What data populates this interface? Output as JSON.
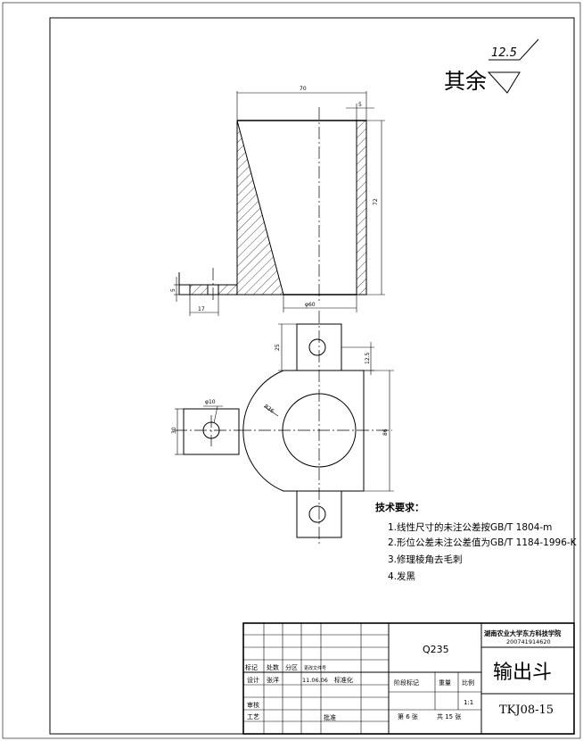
{
  "roughness": {
    "label": "其余",
    "value": "12.5"
  },
  "dimensions": {
    "top_width": "70",
    "wall": "5",
    "height": "72",
    "bottom_diameter": "φ60",
    "flange_thickness": "5",
    "flange_length": "17",
    "tab_width": "25",
    "tab_offset": "12.5",
    "small_hole": "φ10",
    "arc_radius": "R36",
    "side_width": "30",
    "body_height": "86"
  },
  "tech_requirements": {
    "title": "技术要求：",
    "items": [
      "1.线性尺寸的未注公差按GB/T 1804-m",
      "2.形位公差未注公差值为GB/T 1184-1996-K",
      "3.修理棱角去毛刺",
      "4.发黑"
    ]
  },
  "title_block": {
    "material": "Q235",
    "school": "湖南农业大学东方科技学院",
    "student_id": "200741914620",
    "part_name": "输出斗",
    "drawing_no": "TKJ08-15",
    "scale": "1:1",
    "sheet": "第 6 张",
    "total": "共 15 张",
    "headers": [
      "标记",
      "处数",
      "分区",
      "更改文件号"
    ],
    "design_label": "设计",
    "designer": "张洋",
    "date": "11.06.06",
    "standard": "标准化",
    "stage_mark": "阶段标记",
    "weight": "重量",
    "ratio": "比例",
    "review": "审核",
    "process": "工艺",
    "approve": "批准"
  }
}
